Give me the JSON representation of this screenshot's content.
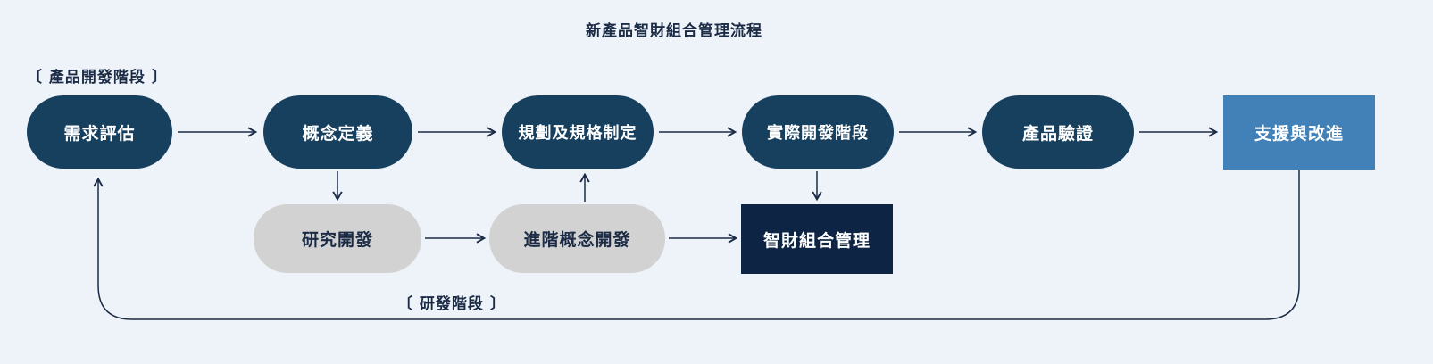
{
  "title": "新產品智財組合管理流程",
  "labels": {
    "product_dev_stage": "〔 產品開發階段 〕",
    "rd_stage": "〔 研發階段 〕"
  },
  "nodes": {
    "need_assessment": "需求評估",
    "concept_definition": "概念定義",
    "planning_spec": "規劃及規格制定",
    "actual_development": "實際開發階段",
    "product_validation": "產品驗證",
    "support_improvement": "支援與改進",
    "research_development": "研究開發",
    "advanced_concept": "進階概念開發",
    "ip_portfolio_management": "智財組合管理"
  },
  "colors": {
    "background": "#edf3f8",
    "navy": "#17405f",
    "dark_navy": "#0d2444",
    "steel_blue": "#4181b7",
    "gray": "#d2d2d2",
    "line": "#1b2b45"
  }
}
